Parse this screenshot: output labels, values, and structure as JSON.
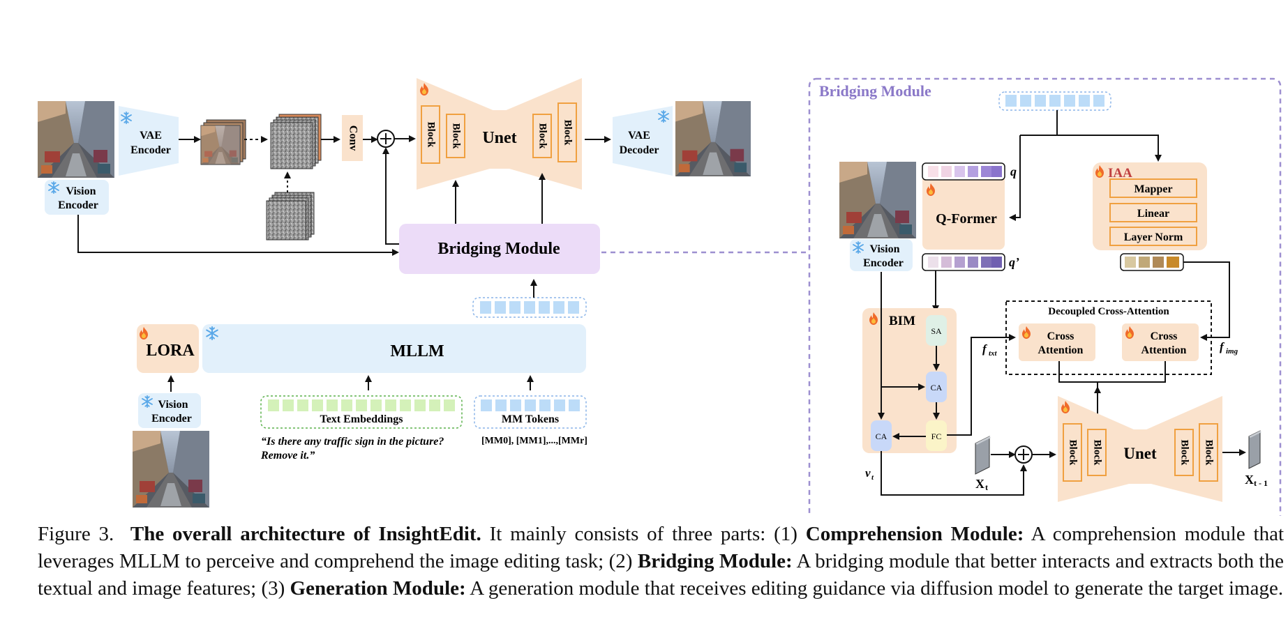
{
  "left": {
    "vision_encoder_top": [
      "Vision",
      "Encoder"
    ],
    "vae_encoder": [
      "VAE",
      "Encoder"
    ],
    "vae_decoder": [
      "VAE",
      "Decoder"
    ],
    "conv": "Conv",
    "unet": "Unet",
    "block": "Block",
    "bridging_module": "Bridging Module",
    "lora": "LORA",
    "mllm": "MLLM",
    "vision_encoder_bottom": [
      "Vision",
      "Encoder"
    ],
    "text_embeddings": "Text Embeddings",
    "mm_tokens": "MM Tokens",
    "instruction": [
      "“Is there any traffic sign in the picture?",
      "Remove it.”"
    ],
    "mm_token_list": "[MM0], [MM1],...,[MMr]"
  },
  "right": {
    "panel_title": "Bridging Module",
    "vision_encoder": [
      "Vision",
      "Encoder"
    ],
    "q_label": "q",
    "q_prime_label": "q’",
    "q_former": "Q-Former",
    "iaa": "IAA",
    "iaa_layers": [
      "Mapper",
      "Linear",
      "Layer Norm"
    ],
    "bim": "BIM",
    "sa": "SA",
    "ca": "CA",
    "fc": "FC",
    "decoupled_title": "Decoupled Cross-Attention",
    "cross_attention": [
      "Cross",
      "Attention"
    ],
    "f_txt": "f",
    "f_txt_sub": "txt",
    "f_img": "f",
    "f_img_sub": "img",
    "v_t": "v",
    "v_t_sub": "t",
    "x_t": "X",
    "x_t_sub": "t",
    "x_t1": "X",
    "x_t1_sub": "t - 1",
    "unet": "Unet",
    "block": "Block"
  },
  "caption": {
    "prefix": "Figure 3.",
    "title": "The overall architecture of InsightEdit.",
    "t1": " It mainly consists of three parts: (1) ",
    "b1": "Comprehension Module:",
    "t2": " A comprehension module that leverages MLLM to perceive and comprehend the image editing task; (2) ",
    "b2": "Bridging Module:",
    "t3": " A bridging module that better interacts and extracts both the textual and image features; (3) ",
    "b3": "Generation Module:",
    "t4": " A generation module that receives editing guidance via diffusion model to generate the target image."
  },
  "colors": {
    "orange_fill": "#fae2cc",
    "orange_stroke": "#f0a040",
    "blue_fill": "#e2f0fb",
    "purple_fill": "#ecdcf8",
    "purple_dash": "#9d8fd0",
    "token_blue": "#bcdcf8",
    "token_green": "#d4f1b9"
  },
  "icons": [
    "fire-icon",
    "snowflake-icon",
    "street-photo",
    "noise-latent"
  ]
}
